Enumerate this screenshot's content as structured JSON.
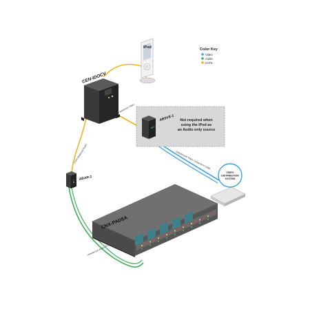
{
  "colors": {
    "video": "#3aa0e0",
    "audio": "#3fae5a",
    "cat5": "#f2b21e",
    "device_dark": "#2b2b2b",
    "chassis": "#6d6d6d"
  },
  "color_key": {
    "title": "Color Key",
    "items": [
      {
        "label": "Video",
        "color": "#3aa0e0"
      },
      {
        "label": "Audio",
        "color": "#3fae5a"
      },
      {
        "label": "CAT5",
        "color": "#f2b21e"
      }
    ]
  },
  "devices": {
    "ipod": "iPod",
    "cen_idocv": "CEN-IDOCV",
    "absve": "ABSVE-1",
    "abar": "ABAR-1",
    "cnx": "CNX-PAD8A",
    "video_dist": "VIDEO\nDISTRIBUTION\nSYSTEM"
  },
  "note": {
    "line1": "Not required when",
    "line2": "using the iPod as",
    "line3": "an Audio only source"
  },
  "cables": {
    "cat5_video": "CAT5 Balanced Video",
    "cat5_audio": "CAT5 Balanced Audio",
    "component_video": "Unbalanced Video Component Cable",
    "rca_audio": "Unbalanced Audio RCA Cable"
  }
}
